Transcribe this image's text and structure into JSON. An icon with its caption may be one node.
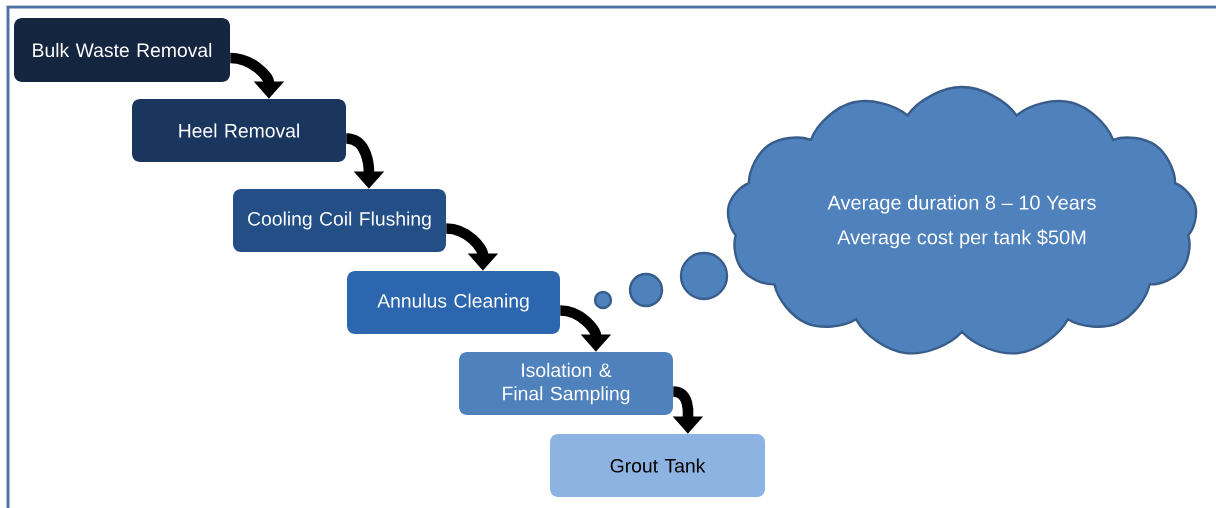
{
  "diagram": {
    "nodes": [
      {
        "text": [
          "Bulk Waste Removal"
        ]
      },
      {
        "text": [
          "Heel Removal"
        ]
      },
      {
        "text": [
          "Cooling Coil Flushing"
        ]
      },
      {
        "text": [
          "Annulus Cleaning"
        ]
      },
      {
        "text": [
          "Isolation & Final Sampling"
        ]
      },
      {
        "text": [
          "Grout Tank"
        ]
      },
      {
        "text": [
          "Average duration 8 – 10 Years",
          "Average cost per tank $50M"
        ]
      }
    ],
    "edges": [
      {
        "from": 0,
        "to": 1,
        "arrow": "to"
      },
      {
        "from": 1,
        "to": 2,
        "arrow": "to"
      },
      {
        "from": 2,
        "to": 3,
        "arrow": "to"
      },
      {
        "from": 3,
        "to": 4,
        "arrow": "to"
      },
      {
        "from": 4,
        "to": 5,
        "arrow": "to"
      }
    ]
  }
}
